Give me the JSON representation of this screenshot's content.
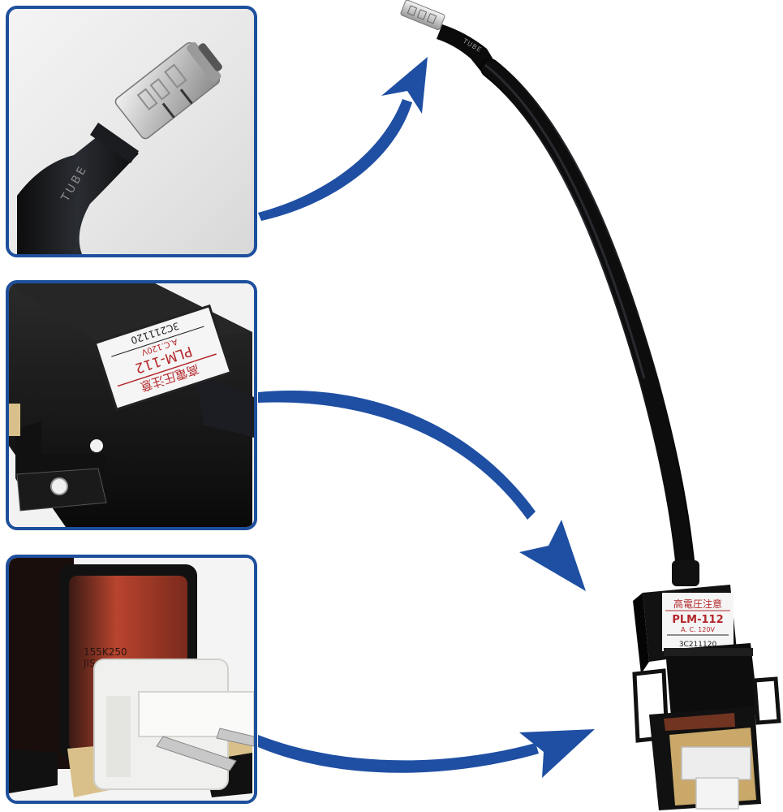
{
  "image": {
    "description": "Product detail photo of a high-voltage ignition module with cable and spade terminal",
    "colors": {
      "frame_blue": "#1d4f9c",
      "arrow_blue": "#1f4fa3",
      "body_black": "#141414",
      "label_red": "#b3262a",
      "label_bg": "#f5f5f5",
      "terminal_silver": "#c9c9c9",
      "coil_red": "#b8442e",
      "board_tan": "#d9c08a",
      "connector_white": "#f0f0ee"
    }
  },
  "module_label": {
    "warning": "高電圧注意",
    "model": "PLM-112",
    "rating": "A. C. 120V",
    "serial": "3C211120"
  },
  "insets": [
    {
      "id": "terminal-closeup",
      "subject": "spade terminal with heat-shrink",
      "cable_print": "TUBE"
    },
    {
      "id": "module-label-closeup",
      "subject": "module body label",
      "warning": "高電圧注意",
      "model": "PLM-112",
      "rating": "A.C.120V",
      "serial": "3C211120"
    },
    {
      "id": "connector-closeup",
      "subject": "coil and white 2-pin connector",
      "coil_print_line1": "155K250",
      "coil_print_line2": "JIS P31"
    }
  ],
  "cable_print": {
    "near_terminal": "TUBE",
    "lower": "T"
  },
  "arrows": [
    {
      "from": "inset-1",
      "to": "terminal"
    },
    {
      "from": "inset-2",
      "to": "module-label"
    },
    {
      "from": "inset-3",
      "to": "module-connector"
    }
  ]
}
